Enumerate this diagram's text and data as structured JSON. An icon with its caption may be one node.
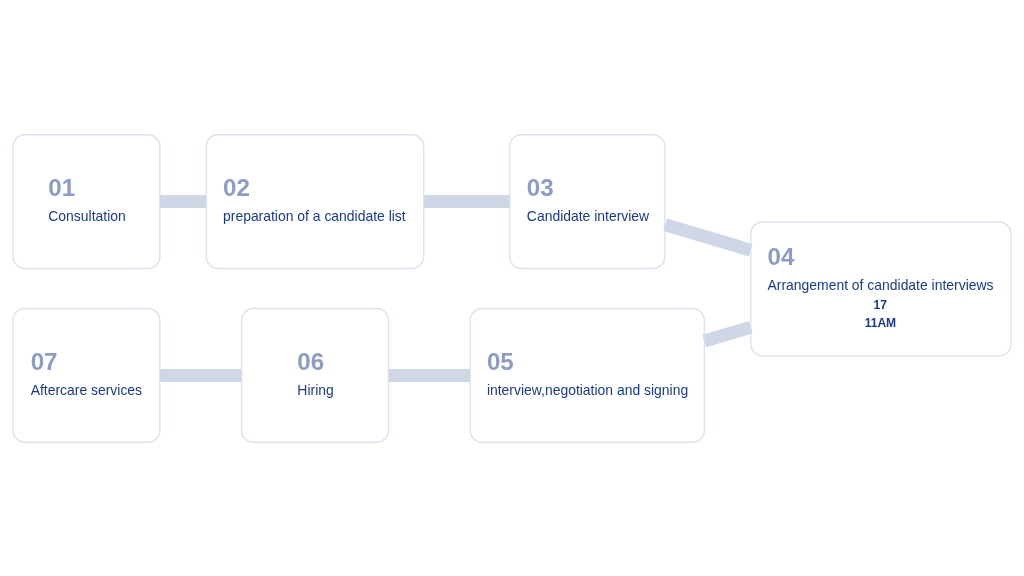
{
  "diagram": {
    "nodes": [
      {
        "text": [
          "01",
          "Consultation"
        ]
      },
      {
        "text": [
          "02",
          "preparation of a candidate list"
        ]
      },
      {
        "text": [
          "03",
          "Candidate interview"
        ]
      },
      {
        "text": [
          "04",
          "Arrangement of candidate interviews",
          "17",
          "11AM"
        ]
      },
      {
        "text": [
          "05",
          "interview,negotiation and signing"
        ]
      },
      {
        "text": [
          "06",
          "Hiring"
        ]
      },
      {
        "text": [
          "07",
          "Aftercare services"
        ]
      }
    ],
    "edges": [
      {
        "from": 0,
        "to": 1,
        "arrow": "none"
      },
      {
        "from": 1,
        "to": 2,
        "arrow": "none"
      },
      {
        "from": 2,
        "to": 3,
        "arrow": "none"
      },
      {
        "from": 3,
        "to": 4,
        "arrow": "none"
      },
      {
        "from": 4,
        "to": 5,
        "arrow": "none"
      },
      {
        "from": 5,
        "to": 6,
        "arrow": "none"
      }
    ]
  }
}
